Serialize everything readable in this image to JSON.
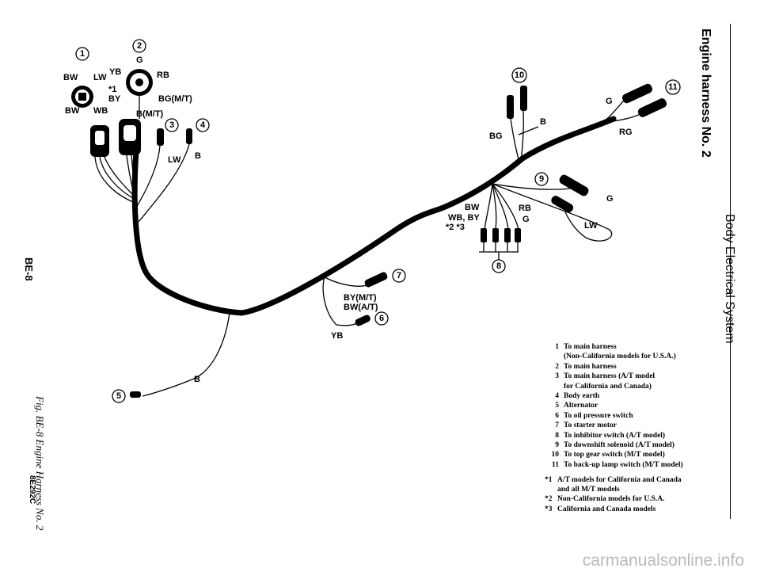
{
  "header": {
    "title": "Engine harness No. 2",
    "section": "Body Electrical System"
  },
  "margin": {
    "page": "BE-8",
    "caption": "Fig. BE-8 Engine Harness No. 2",
    "code": "8E292C"
  },
  "callouts": [
    "1",
    "2",
    "3",
    "4",
    "5",
    "6",
    "7",
    "8",
    "9",
    "10",
    "11"
  ],
  "wire_labels": {
    "bw_top": "BW",
    "lw_top": "LW",
    "yb": "YB",
    "rb_top": "RB",
    "g_top": "G",
    "star1": "*1",
    "by": "BY",
    "bg_mt": "BG(M/T)",
    "bw_bot": "BW",
    "wb": "WB",
    "b_mt": "B(M/T)",
    "lw_mid": "LW",
    "b_mid": "B",
    "bg_right": "BG",
    "b_right": "B",
    "g_11": "G",
    "rg": "RG",
    "g_9": "G",
    "lw_9": "LW",
    "bw_8": "BW",
    "rb_8": "RB",
    "wb_by": "WB, BY",
    "g_8": "G",
    "stars_23": "*2  *3",
    "by_mt": "BY(M/T)",
    "bw_at": "BW(A/T)",
    "yb_6": "YB",
    "b_5": "B"
  },
  "legend": [
    {
      "num": "1",
      "text": "To main harness\n(Non-California models for U.S.A.)"
    },
    {
      "num": "2",
      "text": "To main harness"
    },
    {
      "num": "3",
      "text": "To main harness (A/T model\nfor California and Canada)"
    },
    {
      "num": "4",
      "text": "Body earth"
    },
    {
      "num": "5",
      "text": "Alternator"
    },
    {
      "num": "6",
      "text": "To oil pressure switch"
    },
    {
      "num": "7",
      "text": "To starter motor"
    },
    {
      "num": "8",
      "text": "To inhibitor switch (A/T model)"
    },
    {
      "num": "9",
      "text": "To downshift solenoid (A/T model)"
    },
    {
      "num": "10",
      "text": "To top gear switch (M/T model)"
    },
    {
      "num": "11",
      "text": "To back-up lamp switch (M/T model)"
    }
  ],
  "notes": [
    {
      "mark": "*1",
      "text": "A/T  models for California and Canada\nand all M/T models"
    },
    {
      "mark": "*2",
      "text": "Non-California models for U.S.A."
    },
    {
      "mark": "*3",
      "text": "California and Canada models"
    }
  ],
  "watermark": "carmanualsonline.info"
}
